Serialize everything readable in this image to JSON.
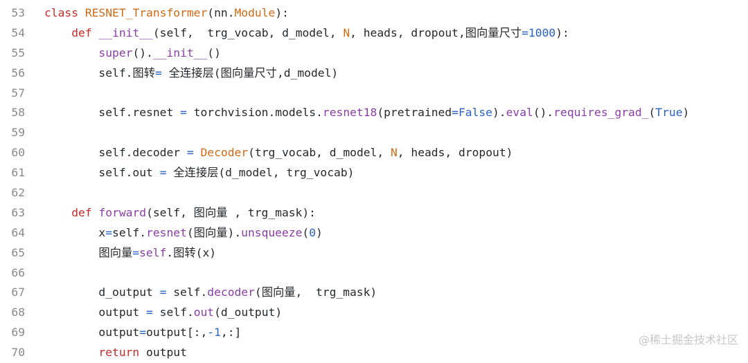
{
  "colors": {
    "keyword": "#c72d2a",
    "classname": "#d06a14",
    "function": "#8b3ea8",
    "constant": "#2a63c4",
    "operator": "#2a63c4",
    "text": "#24292e",
    "line_number": "#8a8a8a"
  },
  "lines": [
    {
      "n": "53",
      "tokens": [
        {
          "t": "class ",
          "k": "keyword"
        },
        {
          "t": "RESNET_Transformer",
          "k": "classname"
        },
        {
          "t": "(nn.",
          "k": "text"
        },
        {
          "t": "Module",
          "k": "classname"
        },
        {
          "t": "):",
          "k": "text"
        }
      ]
    },
    {
      "n": "54",
      "tokens": [
        {
          "t": "    ",
          "k": "text"
        },
        {
          "t": "def ",
          "k": "keyword"
        },
        {
          "t": "__init__",
          "k": "function"
        },
        {
          "t": "(self,  trg_vocab, d_model, ",
          "k": "text"
        },
        {
          "t": "N",
          "k": "classname"
        },
        {
          "t": ", heads, dropout,图向量尺寸",
          "k": "text"
        },
        {
          "t": "=",
          "k": "operator"
        },
        {
          "t": "1000",
          "k": "constant"
        },
        {
          "t": "):",
          "k": "text"
        }
      ]
    },
    {
      "n": "55",
      "tokens": [
        {
          "t": "        ",
          "k": "text"
        },
        {
          "t": "super",
          "k": "function"
        },
        {
          "t": "().",
          "k": "text"
        },
        {
          "t": "__init__",
          "k": "function"
        },
        {
          "t": "()",
          "k": "text"
        }
      ]
    },
    {
      "n": "56",
      "tokens": [
        {
          "t": "        self.图转",
          "k": "text"
        },
        {
          "t": "=",
          "k": "operator"
        },
        {
          "t": " 全连接层(图向量尺寸,d_model)",
          "k": "text"
        }
      ]
    },
    {
      "n": "57",
      "tokens": []
    },
    {
      "n": "58",
      "tokens": [
        {
          "t": "        self.resnet ",
          "k": "text"
        },
        {
          "t": "=",
          "k": "operator"
        },
        {
          "t": " torchvision.models.",
          "k": "text"
        },
        {
          "t": "resnet18",
          "k": "function"
        },
        {
          "t": "(pretrained",
          "k": "text"
        },
        {
          "t": "=",
          "k": "operator"
        },
        {
          "t": "False",
          "k": "constant"
        },
        {
          "t": ").",
          "k": "text"
        },
        {
          "t": "eval",
          "k": "function"
        },
        {
          "t": "().",
          "k": "text"
        },
        {
          "t": "requires_grad_",
          "k": "function"
        },
        {
          "t": "(",
          "k": "text"
        },
        {
          "t": "True",
          "k": "constant"
        },
        {
          "t": ")",
          "k": "text"
        }
      ]
    },
    {
      "n": "59",
      "tokens": []
    },
    {
      "n": "60",
      "tokens": [
        {
          "t": "        self.decoder ",
          "k": "text"
        },
        {
          "t": "=",
          "k": "operator"
        },
        {
          "t": " ",
          "k": "text"
        },
        {
          "t": "Decoder",
          "k": "classname"
        },
        {
          "t": "(trg_vocab, d_model, ",
          "k": "text"
        },
        {
          "t": "N",
          "k": "classname"
        },
        {
          "t": ", heads, dropout)",
          "k": "text"
        }
      ]
    },
    {
      "n": "61",
      "tokens": [
        {
          "t": "        self.out ",
          "k": "text"
        },
        {
          "t": "=",
          "k": "operator"
        },
        {
          "t": " 全连接层(d_model, trg_vocab)",
          "k": "text"
        }
      ]
    },
    {
      "n": "62",
      "tokens": []
    },
    {
      "n": "63",
      "tokens": [
        {
          "t": "    ",
          "k": "text"
        },
        {
          "t": "def ",
          "k": "keyword"
        },
        {
          "t": "forward",
          "k": "function"
        },
        {
          "t": "(self, 图向量 , trg_mask):",
          "k": "text"
        }
      ]
    },
    {
      "n": "64",
      "tokens": [
        {
          "t": "        x",
          "k": "text"
        },
        {
          "t": "=",
          "k": "operator"
        },
        {
          "t": "self.",
          "k": "text"
        },
        {
          "t": "resnet",
          "k": "function"
        },
        {
          "t": "(图向量).",
          "k": "text"
        },
        {
          "t": "unsqueeze",
          "k": "function"
        },
        {
          "t": "(",
          "k": "text"
        },
        {
          "t": "0",
          "k": "constant"
        },
        {
          "t": ")",
          "k": "text"
        }
      ]
    },
    {
      "n": "65",
      "tokens": [
        {
          "t": "        图向量",
          "k": "text"
        },
        {
          "t": "=",
          "k": "operator"
        },
        {
          "t": "self",
          "k": "function"
        },
        {
          "t": ".图转(x)",
          "k": "text"
        }
      ]
    },
    {
      "n": "66",
      "tokens": []
    },
    {
      "n": "67",
      "tokens": [
        {
          "t": "        d_output ",
          "k": "text"
        },
        {
          "t": "=",
          "k": "operator"
        },
        {
          "t": " self.",
          "k": "text"
        },
        {
          "t": "decoder",
          "k": "function"
        },
        {
          "t": "(图向量,  trg_mask)",
          "k": "text"
        }
      ]
    },
    {
      "n": "68",
      "tokens": [
        {
          "t": "        output ",
          "k": "text"
        },
        {
          "t": "=",
          "k": "operator"
        },
        {
          "t": " self.",
          "k": "text"
        },
        {
          "t": "out",
          "k": "function"
        },
        {
          "t": "(d_output)",
          "k": "text"
        }
      ]
    },
    {
      "n": "69",
      "tokens": [
        {
          "t": "        output",
          "k": "text"
        },
        {
          "t": "=",
          "k": "operator"
        },
        {
          "t": "output[:,",
          "k": "text"
        },
        {
          "t": "-1",
          "k": "constant"
        },
        {
          "t": ",:]",
          "k": "text"
        }
      ]
    },
    {
      "n": "70",
      "tokens": [
        {
          "t": "        ",
          "k": "text"
        },
        {
          "t": "return",
          "k": "keyword"
        },
        {
          "t": " output",
          "k": "text"
        }
      ]
    }
  ],
  "watermark": "@稀土掘金技术社区"
}
